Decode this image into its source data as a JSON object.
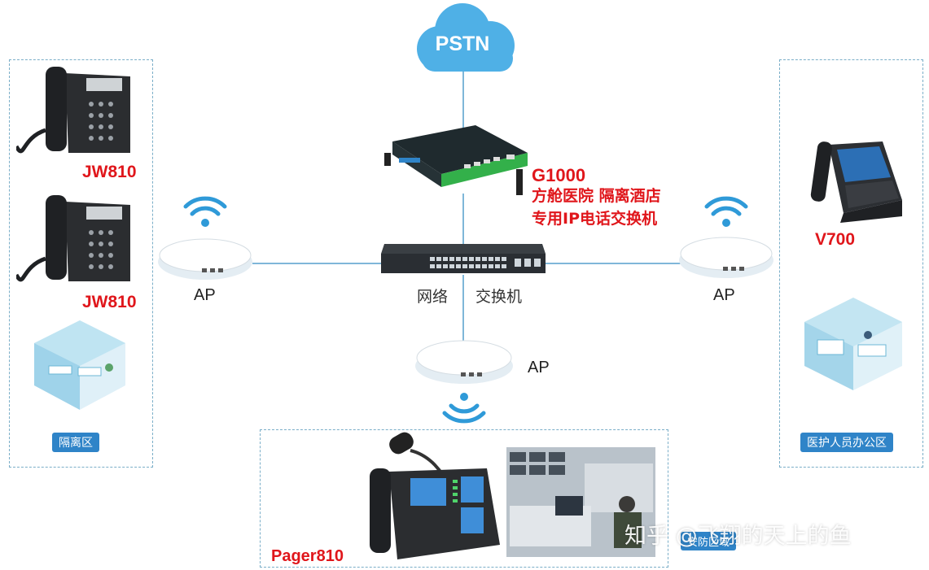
{
  "cloud": {
    "label": "PSTN"
  },
  "gateway": {
    "model": "G1000",
    "desc_line1": "方舱医院 隔离酒店",
    "desc_line2": "专用IP电话交换机"
  },
  "switch": {
    "label_left": "网络",
    "label_right": "交换机"
  },
  "access_points": [
    "AP",
    "AP",
    "AP"
  ],
  "left_zone": {
    "phones": [
      "JW810",
      "JW810"
    ],
    "area_badge": "隔离区"
  },
  "right_zone": {
    "phone": "V700",
    "area_badge": "医护人员办公区"
  },
  "bottom_zone": {
    "phone": "Pager810",
    "area_badge": "安防区域"
  },
  "watermark": "知乎 @飞翔的天上的鱼",
  "colors": {
    "accent_red": "#e0161b",
    "link_line": "#7fb7d9",
    "badge_blue": "#2f84c8",
    "cloud": "#4fb0e6"
  }
}
